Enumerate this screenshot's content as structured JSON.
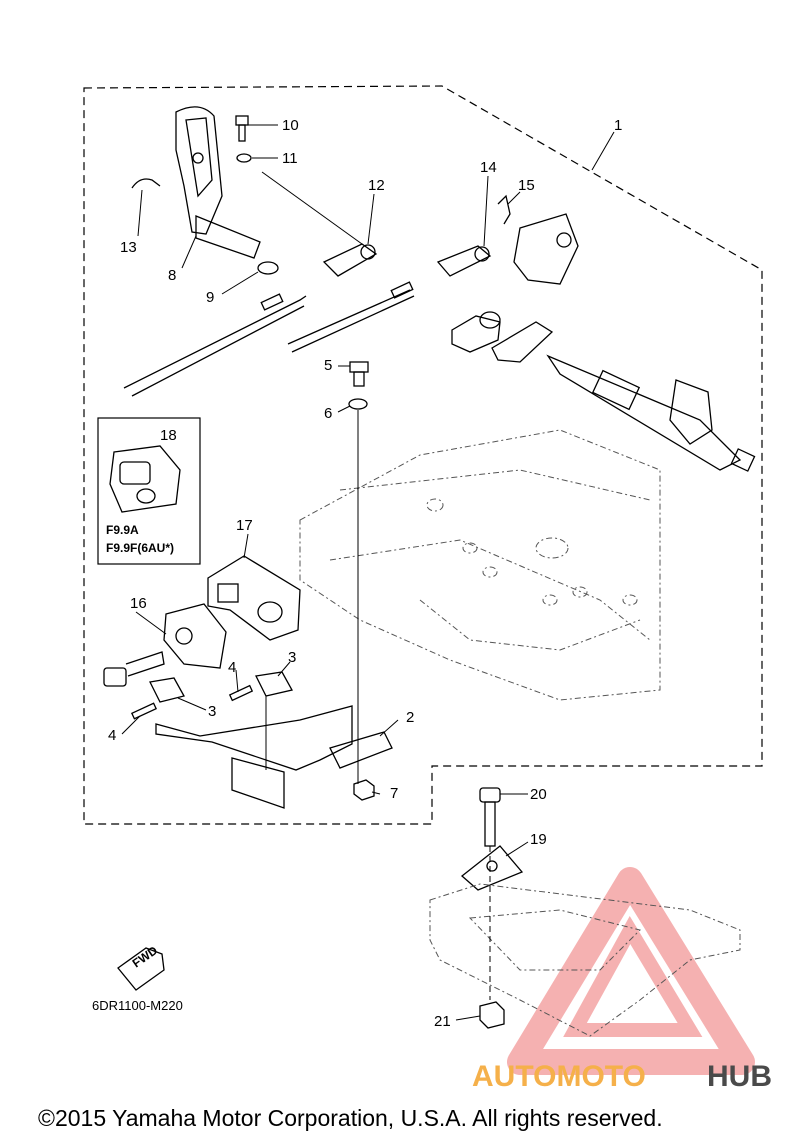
{
  "callouts": {
    "c1": "1",
    "c2": "2",
    "c3a": "3",
    "c3b": "3",
    "c4a": "4",
    "c4b": "4",
    "c5": "5",
    "c6": "6",
    "c7": "7",
    "c8": "8",
    "c9": "9",
    "c10": "10",
    "c11": "11",
    "c12": "12",
    "c13": "13",
    "c14": "14",
    "c15": "15",
    "c16": "16",
    "c17": "17",
    "c18": "18",
    "c19": "19",
    "c20": "20",
    "c21": "21"
  },
  "inset": {
    "model_1": "F9.9A",
    "model_2": "F9.9F(6AU*)"
  },
  "fwd_label": "FWD",
  "diagram_code": "6DR1100-M220",
  "watermark": {
    "part1": "AUTOMOTO",
    "part2": "HUB",
    "color_a": "#f3a3a3",
    "color_b": "#f5b04a",
    "color_c": "#4a4a4a"
  },
  "copyright": "©2015 Yamaha Motor Corporation, U.S.A. All rights reserved."
}
